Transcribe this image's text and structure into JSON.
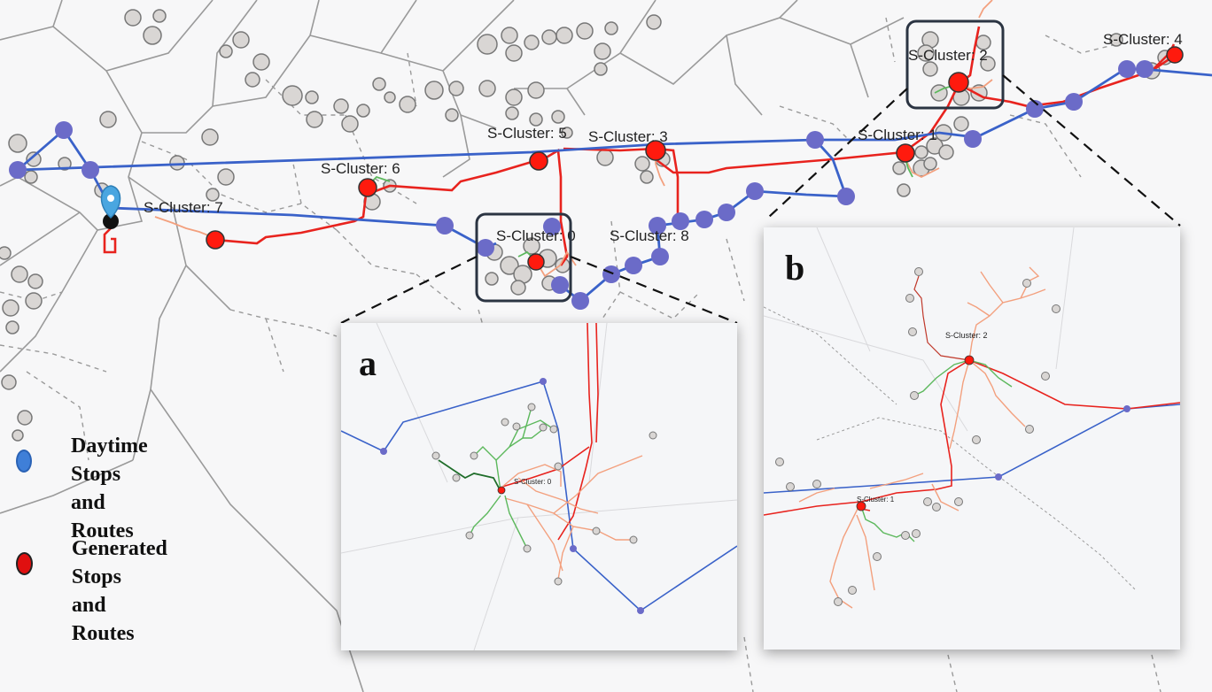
{
  "map": {
    "cluster_labels": [
      "S-Cluster: 5",
      "S-Cluster: 3",
      "S-Cluster: 6",
      "S-Cluster: 7",
      "S-Cluster: 0",
      "S-Cluster: 8",
      "S-Cluster: 2",
      "S-Cluster: 4",
      "S-Cluster: 1"
    ]
  },
  "legend": {
    "daytime": {
      "line1": "Daytime Stops",
      "line2": "and Routes",
      "color": "#3f7fd8"
    },
    "generated": {
      "line1": "Generated Stops",
      "line2": "and Routes",
      "color": "#e01010"
    }
  },
  "insets": {
    "a": {
      "letter": "a",
      "cluster_label": "S-Cluster: 0"
    },
    "b": {
      "letter": "b",
      "cluster_labels": [
        "S-Cluster: 2",
        "S-Cluster: 1"
      ]
    }
  },
  "colors": {
    "daytime_route": "#3a62c9",
    "daytime_stop": "#6b6bc8",
    "generated_route": "#e8231e",
    "generated_stop": "#ff1a0e",
    "branch_orange": "#f3a07e",
    "branch_green": "#5cb85c",
    "candidate_stop": "#d9d6d4",
    "voronoi_solid": "#9a9a9a",
    "voronoi_dashed": "#9a9a9a",
    "highlight_box": "#2b3442"
  }
}
